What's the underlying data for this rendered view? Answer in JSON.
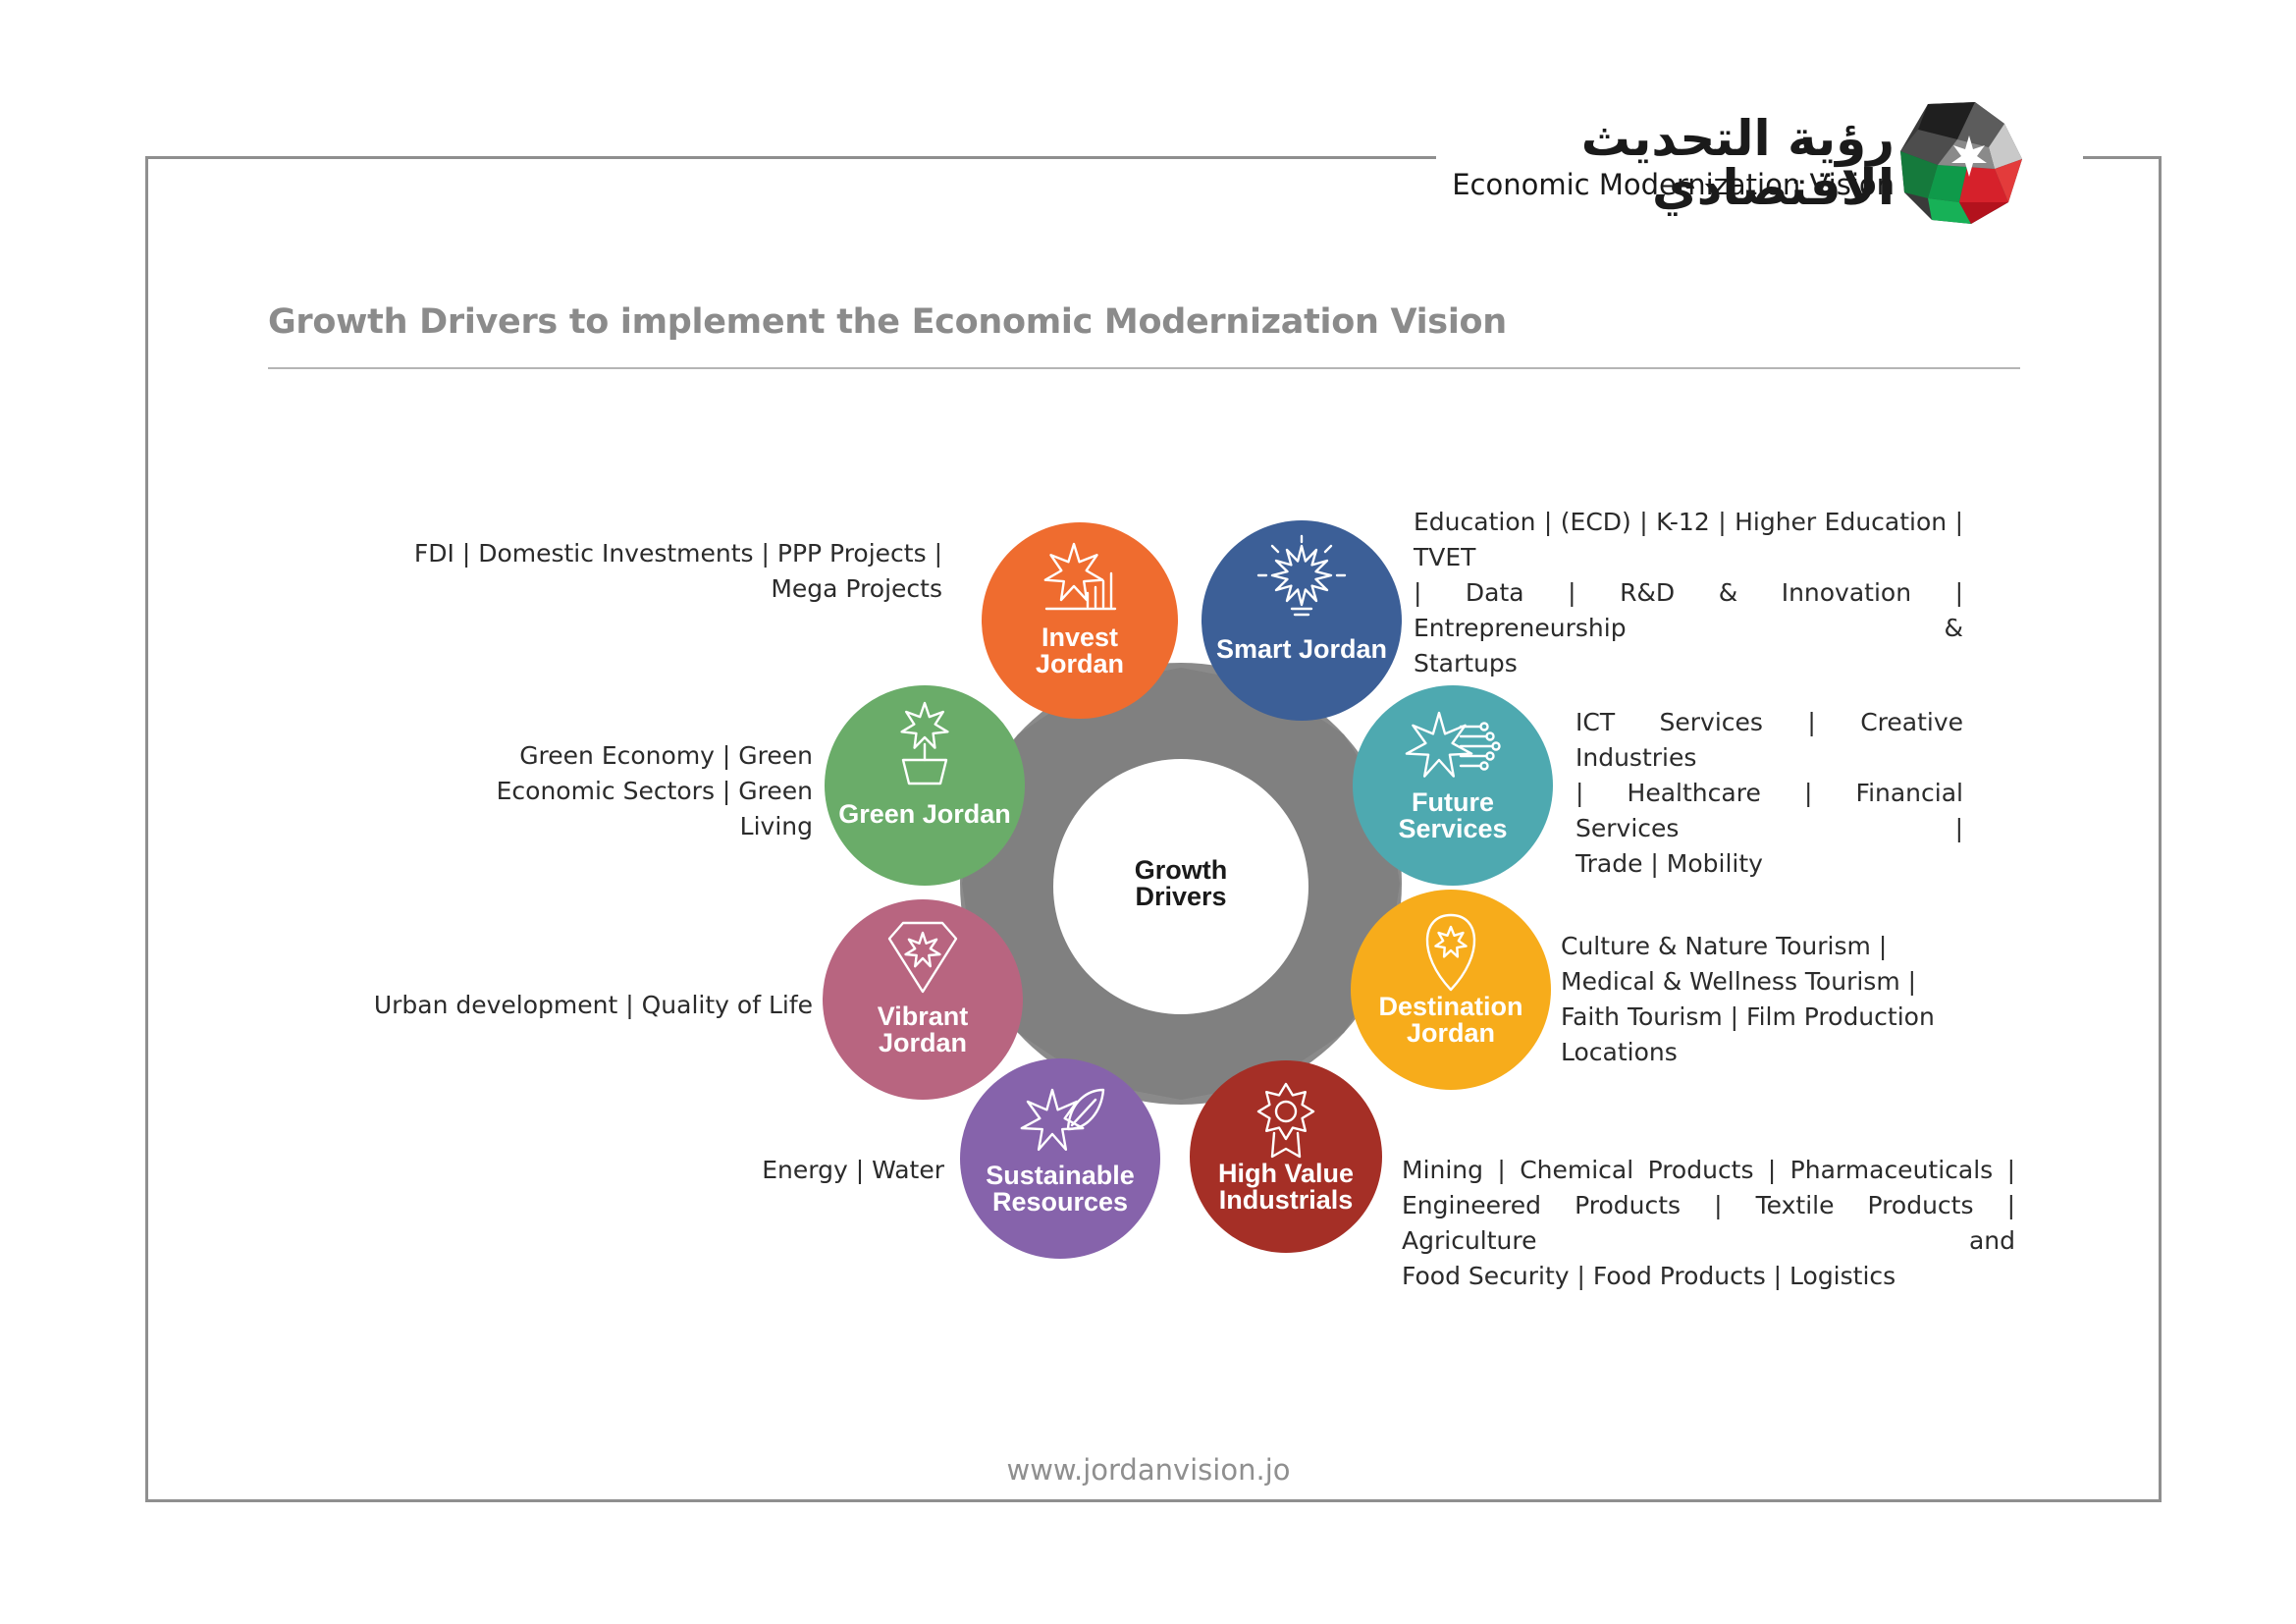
{
  "header": {
    "logo_ar": "رؤية التحديث الاقتصادي",
    "logo_en": "Economic Modernization Vision",
    "logo_icon": "jordan-star-polygon-icon"
  },
  "title": "Growth Drivers to implement the Economic Modernization Vision",
  "center": {
    "line1": "Growth",
    "line2": "Drivers",
    "ring_color": "#808080"
  },
  "nodes": [
    {
      "line1": "Invest",
      "line2": "Jordan",
      "color": "#ef6c2f",
      "icon": "star-bar-chart-icon",
      "description": [
        "FDI | Domestic Investments | PPP Projects |",
        "Mega Projects"
      ]
    },
    {
      "line1": "Smart Jordan",
      "line2": "",
      "color": "#3c5f97",
      "icon": "star-lightbulb-icon",
      "description": [
        "Education | (ECD) | K-12 | Higher Education | TVET",
        "| Data | R&D & Innovation | Entrepreneurship &",
        "Startups"
      ]
    },
    {
      "line1": "Future",
      "line2": "Services",
      "color": "#4ea9b0",
      "icon": "star-circuit-icon",
      "description": [
        "ICT Services | Creative Industries",
        "| Healthcare | Financial Services |",
        "Trade | Mobility"
      ]
    },
    {
      "line1": "Destination",
      "line2": "Jordan",
      "color": "#f7ac1b",
      "icon": "star-location-pin-icon",
      "description": [
        "Culture & Nature Tourism |",
        "Medical & Wellness Tourism |",
        "Faith Tourism | Film Production",
        "Locations"
      ]
    },
    {
      "line1": "High Value",
      "line2": "Industrials",
      "color": "#a52f26",
      "icon": "star-gear-badge-icon",
      "description": [
        "Mining | Chemical Products | Pharmaceuticals |",
        "Engineered Products | Textile Products | Agriculture and",
        "Food Security | Food Products | Logistics"
      ]
    },
    {
      "line1": "Sustainable",
      "line2": "Resources",
      "color": "#8663ab",
      "icon": "star-leaf-icon",
      "description": [
        "Energy | Water"
      ]
    },
    {
      "line1": "Vibrant",
      "line2": "Jordan",
      "color": "#b86580",
      "icon": "star-diamond-icon",
      "description": [
        "Urban development | Quality of Life"
      ]
    },
    {
      "line1": "Green Jordan",
      "line2": "",
      "color": "#6aac69",
      "icon": "star-plant-pot-icon",
      "description": [
        "Green Economy | Green",
        "Economic Sectors | Green",
        "Living"
      ]
    }
  ],
  "footer": "www.jordanvision.jo"
}
